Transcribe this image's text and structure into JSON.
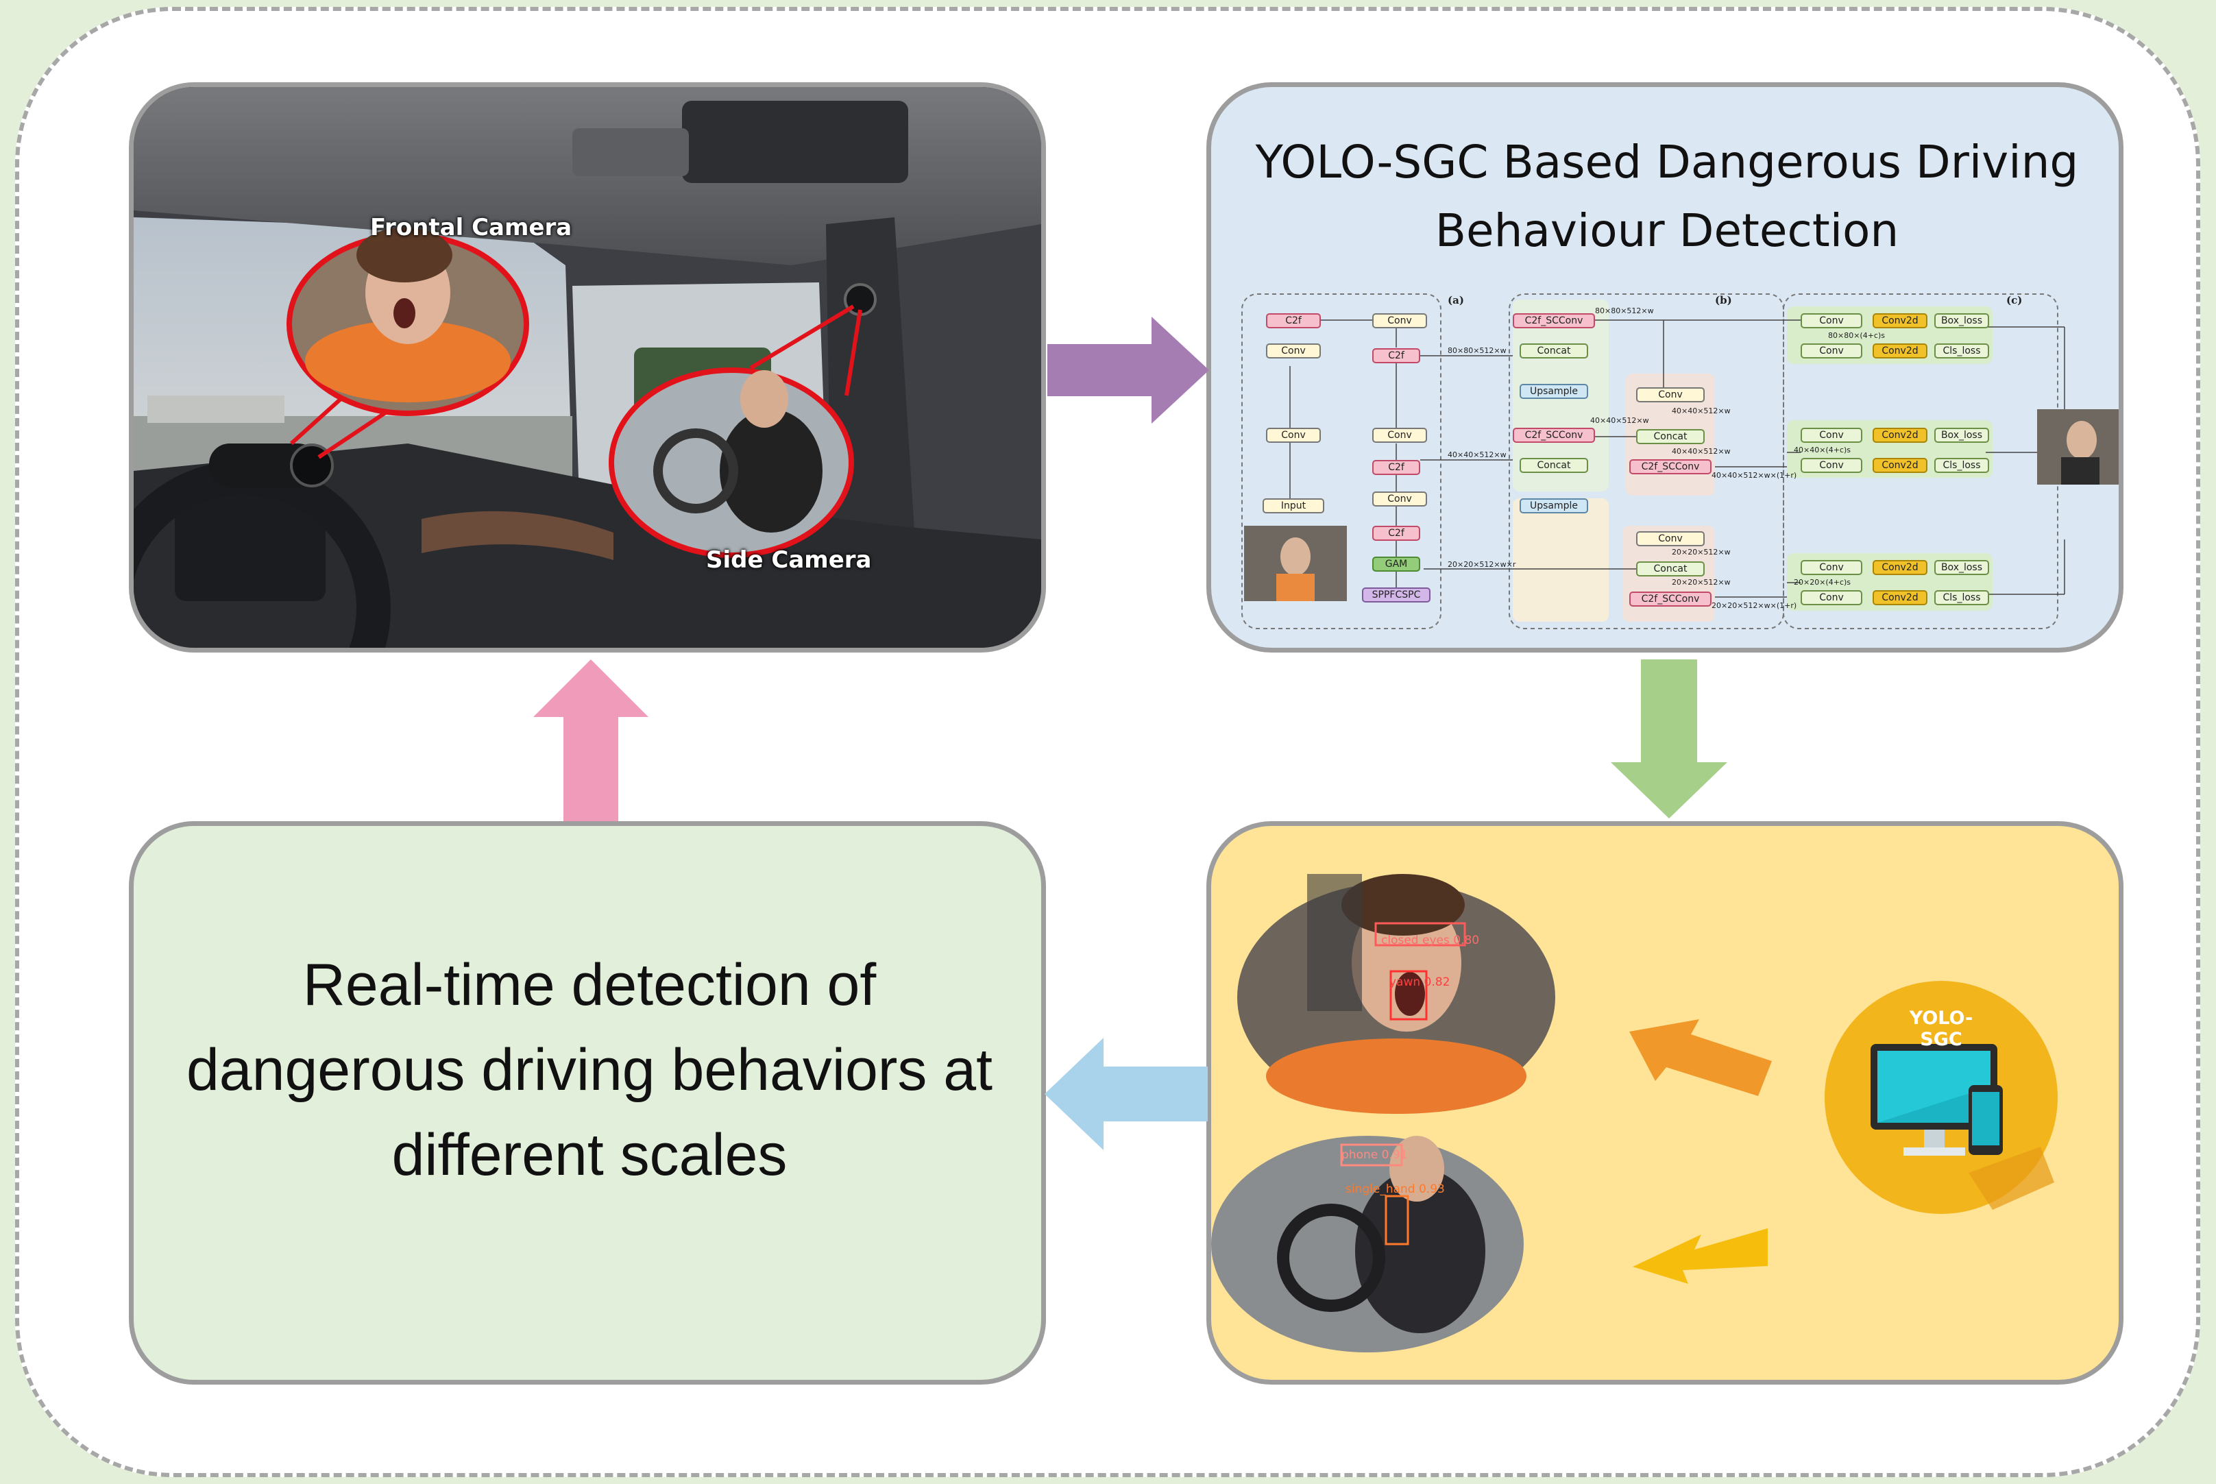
{
  "camera_panel": {
    "frontal_label": "Frontal Camera",
    "side_label": "Side Camera"
  },
  "model_panel": {
    "title": "YOLO-SGC Based Dangerous Driving Behaviour Detection",
    "sections": [
      "(a)",
      "(b)",
      "(c)"
    ],
    "backbone": {
      "c2f": "C2f",
      "conv": "Conv",
      "input": "Input",
      "gam": "GAM",
      "sppfcspc": "SPPFCSPC"
    },
    "neck": {
      "c2f_scconv": "C2f_SCConv",
      "concat": "Concat",
      "upsample": "Upsample",
      "conv": "Conv"
    },
    "head": {
      "conv": "Conv",
      "conv2d": "Conv2d",
      "box_loss": "Box_loss",
      "cls_loss": "Cls_loss"
    },
    "dims": {
      "d80": "80×80×512×w",
      "d40": "40×40×512×w",
      "d20": "20×20×512×w×r",
      "d20b": "20×20×512×w",
      "d40r": "40×40×512×w×(1+r)",
      "d20r": "20×20×512×w×(1+r)",
      "h80": "80×80×(4+c)s",
      "h40": "40×40×(4+c)s",
      "h20": "20×20×(4+c)s"
    }
  },
  "results_panel": {
    "brand": "YOLO-SGC",
    "detections_top": [
      "closed eyes 0.80",
      "yawn 0.82"
    ],
    "detections_bottom": [
      "phone 0.91",
      "single_hand 0.93"
    ]
  },
  "summary_panel": {
    "text": "Real-time detection of dangerous driving behaviors at different scales"
  },
  "colors": {
    "arrow_purple": "#a57db2",
    "arrow_green": "#a6d08a",
    "arrow_blue": "#a8d3ea",
    "arrow_pink": "#f19bbb",
    "result_arrow_orange": "#f0982a",
    "result_arrow_yellow": "#f6bd0d",
    "panel_border": "#9d9d9d"
  }
}
